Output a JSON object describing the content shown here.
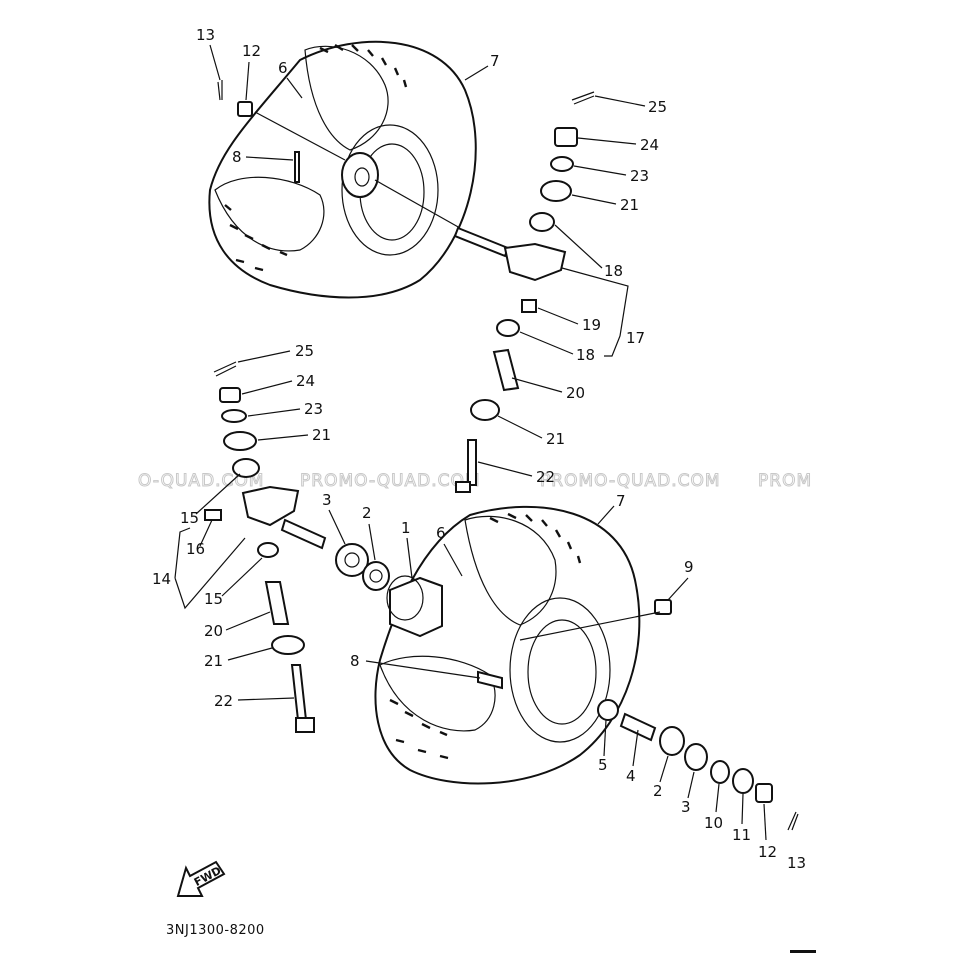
{
  "diagram": {
    "code": "3NJ1300-8200",
    "fwd_label": "FWD",
    "watermarks": [
      "O-QUAD.COM",
      "PROMO-QUAD.COM",
      "PROMO-QUAD.COM",
      "PROM"
    ],
    "callouts": {
      "top_13": "13",
      "top_12": "12",
      "top_6": "6",
      "top_7": "7",
      "top_8": "8",
      "r_25": "25",
      "r_24": "24",
      "r_23": "23",
      "r_21": "21",
      "r_18a": "18",
      "r_19": "19",
      "r_18b": "18",
      "r_17": "17",
      "r_20": "20",
      "r_21b": "21",
      "r_22": "22",
      "l_25": "25",
      "l_24": "24",
      "l_23": "23",
      "l_21": "21",
      "l_15a": "15",
      "l_16": "16",
      "l_14": "14",
      "l_15b": "15",
      "l_20": "20",
      "l_21b": "21",
      "l_22": "22",
      "b_3": "3",
      "b_2": "2",
      "b_1": "1",
      "b_6": "6",
      "b_7": "7",
      "b_9": "9",
      "b_8": "8",
      "b_5": "5",
      "b_4": "4",
      "b_2b": "2",
      "b_3b": "3",
      "b_10": "10",
      "b_11": "11",
      "b_12": "12",
      "b_13": "13"
    }
  }
}
